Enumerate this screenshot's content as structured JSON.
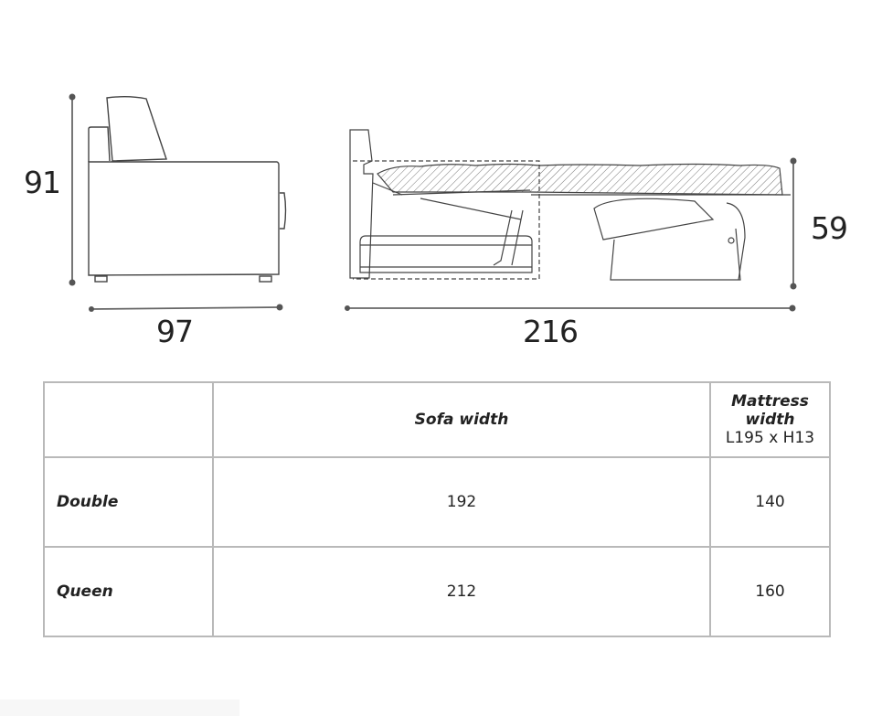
{
  "diagram": {
    "side_view": {
      "height_label": "91",
      "depth_label": "97"
    },
    "bed_view": {
      "length_label": "216",
      "height_label": "59"
    }
  },
  "table": {
    "headers": {
      "col0": "",
      "col1": "Sofa width",
      "col2_title": "Mattress width",
      "col2_sub": "L195 x H13"
    },
    "rows": [
      {
        "label": "Double",
        "sofa_width": "192",
        "mattress_width": "140"
      },
      {
        "label": "Queen",
        "sofa_width": "212",
        "mattress_width": "160"
      }
    ]
  },
  "colors": {
    "line": "#4a4a4a",
    "dim": "#555555",
    "border": "#b9b9b9",
    "text": "#222222"
  }
}
